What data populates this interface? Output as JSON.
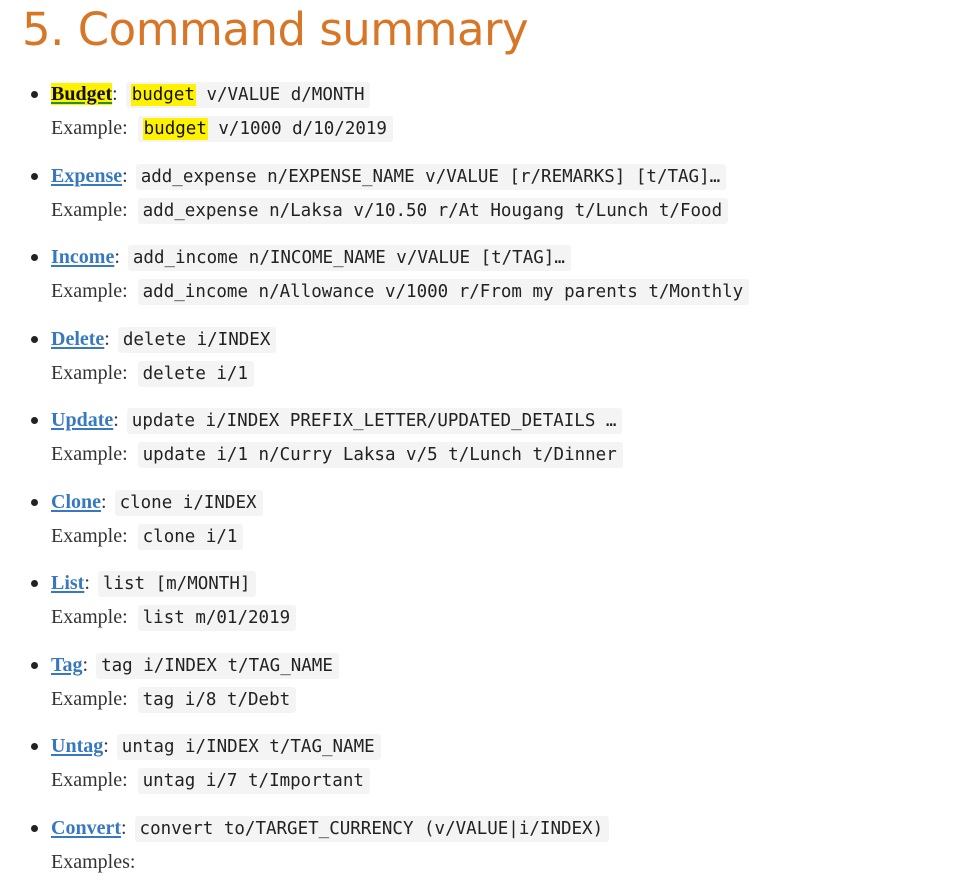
{
  "page": {
    "title": "5. Command summary",
    "example_label": "Example:",
    "examples_label": "Examples:"
  },
  "commands": [
    {
      "name": "Budget",
      "highlight": true,
      "keyword": "budget",
      "syntax_rest": " v/VALUE d/MONTH",
      "example_rest": " v/1000 d/10/2019"
    },
    {
      "name": "Expense",
      "syntax": "add_expense n/EXPENSE_NAME v/VALUE [r/REMARKS] [t/TAG]…",
      "example": "add_expense n/Laksa v/10.50 r/At Hougang t/Lunch t/Food"
    },
    {
      "name": "Income",
      "syntax": "add_income n/INCOME_NAME v/VALUE [t/TAG]…",
      "example": "add_income n/Allowance v/1000 r/From my parents t/Monthly"
    },
    {
      "name": "Delete",
      "syntax": "delete i/INDEX",
      "example": "delete i/1"
    },
    {
      "name": "Update",
      "syntax": "update i/INDEX PREFIX_LETTER/UPDATED_DETAILS …",
      "example": "update i/1 n/Curry Laksa v/5 t/Lunch t/Dinner"
    },
    {
      "name": "Clone",
      "syntax": "clone i/INDEX",
      "example": "clone i/1"
    },
    {
      "name": "List",
      "syntax": "list [m/MONTH]",
      "example": "list m/01/2019"
    },
    {
      "name": "Tag",
      "syntax": "tag i/INDEX t/TAG_NAME",
      "example": "tag i/8 t/Debt"
    },
    {
      "name": "Untag",
      "syntax": "untag i/INDEX t/TAG_NAME",
      "example": "untag i/7 t/Important"
    },
    {
      "name": "Convert",
      "syntax": "convert to/TARGET_CURRENCY (v/VALUE|i/INDEX)"
    }
  ],
  "colors": {
    "title": "#d87628",
    "link": "#3778c0",
    "highlight": "#fff200",
    "code_background": "#f4f4f4"
  }
}
